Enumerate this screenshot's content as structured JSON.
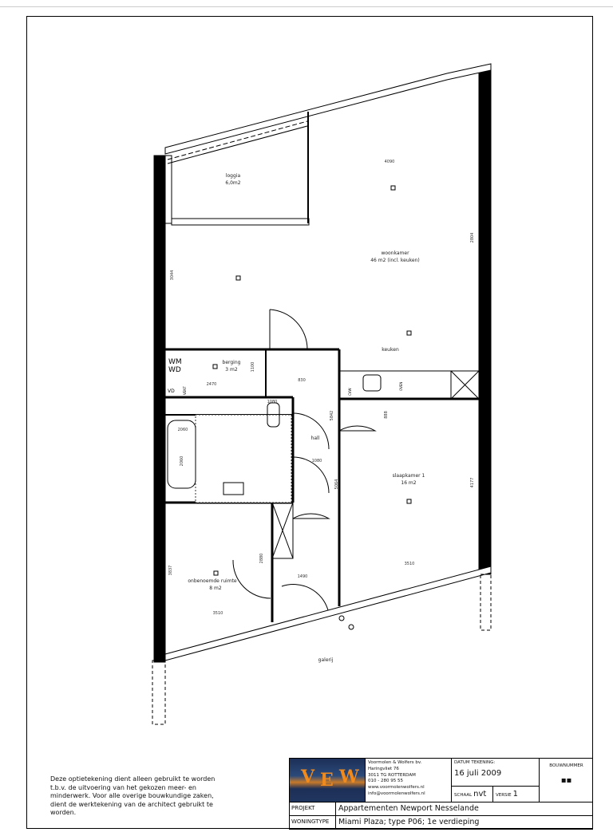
{
  "plan": {
    "rooms": [
      {
        "name": "loggia",
        "area": "6,0m2"
      },
      {
        "name": "woonkamer",
        "area": "46 m2 (incl. keuken)"
      },
      {
        "name": "keuken",
        "area": ""
      },
      {
        "name": "berging",
        "area": "3 m2"
      },
      {
        "name": "hall",
        "area": ""
      },
      {
        "name": "slaapkamer 1",
        "area": "16 m2"
      },
      {
        "name": "onbenoemde ruimte",
        "area": "8 m2"
      },
      {
        "name": "galerij",
        "area": ""
      }
    ],
    "dimensions": [
      "4090",
      "2804",
      "3044",
      "1100",
      "2470",
      "2060",
      "2060",
      "1080",
      "5842",
      "5064",
      "1080",
      "4177",
      "3837",
      "2880",
      "1490",
      "3510",
      "3510",
      "888",
      "830"
    ],
    "fixtures": {
      "wm": "WM",
      "wd": "WD",
      "vd": "VD",
      "cvw": "CVW",
      "oven": "OVEN",
      "vent": "VENT"
    }
  },
  "note": "Deze optietekening dient alleen gebruikt te worden t.b.v. de uitvoering van het gekozen meer- en minderwerk. Voor alle overige bouwkundige zaken, dient de werktekening van de architect gebruikt te worden.",
  "title_block": {
    "logo_text": "VEW",
    "company": [
      "Voormolen & Wolfers bv.",
      "Haringvliet 76",
      "3011 TG ROTTERDAM",
      "010 - 280 95 55",
      "www.voormolenwolfers.nl",
      "info@voormolenwolfers.nl"
    ],
    "datum_label": "DATUM TEKENING:",
    "datum_value": "16 juli 2009",
    "schaal_label": "SCHAAL",
    "schaal_value": "nvt",
    "versie_label": "VERSIE",
    "versie_value": "1",
    "bouwnummer_label": "BOUWNUMMER",
    "bouwnummer_value": "▪▪",
    "projekt_label": "PROJEKT",
    "projekt_value": "Appartementen Newport Nesselande",
    "woningtype_label": "WONINGTYPE",
    "woningtype_value": "Miami Plaza; type P06; 1e verdieping"
  }
}
